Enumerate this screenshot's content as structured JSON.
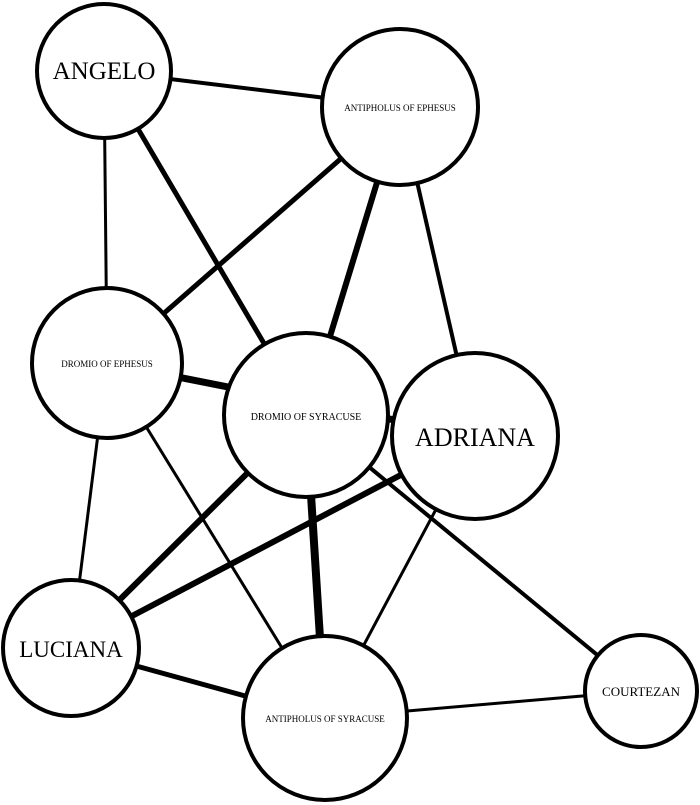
{
  "diagram": {
    "type": "network-graph",
    "colors": {
      "background": "#ffffff",
      "stroke": "#000000",
      "node_fill": "#ffffff"
    },
    "nodes": [
      {
        "id": "angelo",
        "label": "ANGELO"
      },
      {
        "id": "antipholus_ephesus",
        "label": "ANTIPHOLUS OF EPHESUS"
      },
      {
        "id": "dromio_ephesus",
        "label": "DROMIO OF EPHESUS"
      },
      {
        "id": "dromio_syracuse",
        "label": "DROMIO OF SYRACUSE"
      },
      {
        "id": "adriana",
        "label": "ADRIANA"
      },
      {
        "id": "luciana",
        "label": "LUCIANA"
      },
      {
        "id": "antipholus_syracuse",
        "label": "ANTIPHOLUS OF SYRACUSE"
      },
      {
        "id": "courtezan",
        "label": "COURTEZAN"
      }
    ],
    "edges": [
      {
        "from": "angelo",
        "to": "antipholus_ephesus",
        "weight": 4
      },
      {
        "from": "angelo",
        "to": "dromio_ephesus",
        "weight": 3
      },
      {
        "from": "angelo",
        "to": "dromio_syracuse",
        "weight": 5
      },
      {
        "from": "antipholus_ephesus",
        "to": "dromio_ephesus",
        "weight": 5
      },
      {
        "from": "antipholus_ephesus",
        "to": "dromio_syracuse",
        "weight": 6
      },
      {
        "from": "antipholus_ephesus",
        "to": "adriana",
        "weight": 4
      },
      {
        "from": "dromio_ephesus",
        "to": "adriana",
        "weight": 7
      },
      {
        "from": "dromio_ephesus",
        "to": "luciana",
        "weight": 3
      },
      {
        "from": "dromio_ephesus",
        "to": "antipholus_syracuse",
        "weight": 3
      },
      {
        "from": "dromio_syracuse",
        "to": "luciana",
        "weight": 6
      },
      {
        "from": "dromio_syracuse",
        "to": "antipholus_syracuse",
        "weight": 8
      },
      {
        "from": "dromio_syracuse",
        "to": "courtezan",
        "weight": 4
      },
      {
        "from": "adriana",
        "to": "luciana",
        "weight": 6
      },
      {
        "from": "adriana",
        "to": "antipholus_syracuse",
        "weight": 3
      },
      {
        "from": "luciana",
        "to": "antipholus_syracuse",
        "weight": 5
      },
      {
        "from": "antipholus_syracuse",
        "to": "courtezan",
        "weight": 3
      }
    ]
  }
}
